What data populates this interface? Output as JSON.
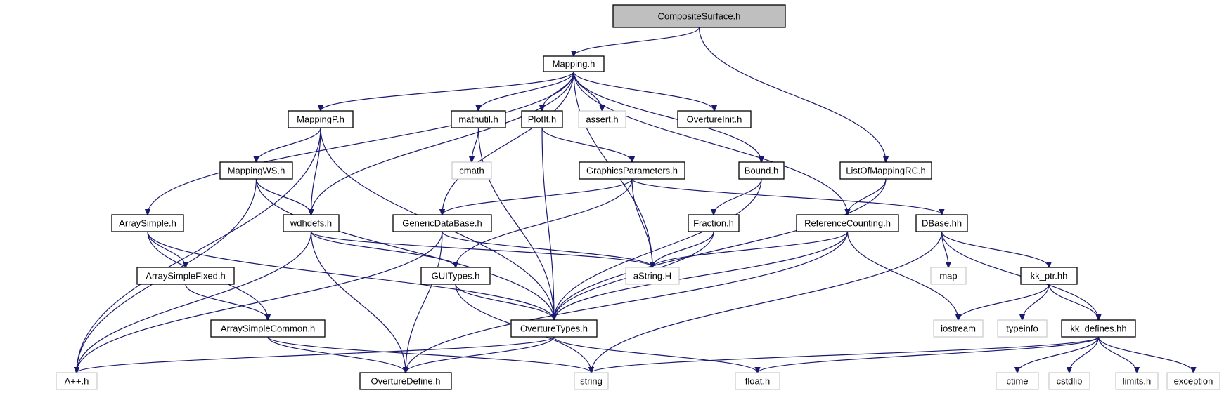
{
  "colors": {
    "edge": "#191970",
    "root_fill": "#bfbfbf",
    "user_border": "#000000",
    "system_border": "#bfbfbf"
  },
  "nodes": [
    {
      "id": "CompositeSurface",
      "label": "CompositeSurface.h",
      "kind": "root"
    },
    {
      "id": "Mapping",
      "label": "Mapping.h",
      "kind": "user"
    },
    {
      "id": "MappingP",
      "label": "MappingP.h",
      "kind": "user"
    },
    {
      "id": "mathutil",
      "label": "mathutil.h",
      "kind": "user"
    },
    {
      "id": "PlotIt",
      "label": "PlotIt.h",
      "kind": "user"
    },
    {
      "id": "assert",
      "label": "assert.h",
      "kind": "system"
    },
    {
      "id": "OvertureInit",
      "label": "OvertureInit.h",
      "kind": "user"
    },
    {
      "id": "cmath",
      "label": "cmath",
      "kind": "system"
    },
    {
      "id": "MappingWS",
      "label": "MappingWS.h",
      "kind": "user"
    },
    {
      "id": "GraphicsParameters",
      "label": "GraphicsParameters.h",
      "kind": "user"
    },
    {
      "id": "Bound",
      "label": "Bound.h",
      "kind": "user"
    },
    {
      "id": "ListOfMappingRC",
      "label": "ListOfMappingRC.h",
      "kind": "user"
    },
    {
      "id": "ArraySimple",
      "label": "ArraySimple.h",
      "kind": "user"
    },
    {
      "id": "wdhdefs",
      "label": "wdhdefs.h",
      "kind": "user"
    },
    {
      "id": "GenericDataBase",
      "label": "GenericDataBase.h",
      "kind": "user"
    },
    {
      "id": "Fraction",
      "label": "Fraction.h",
      "kind": "user"
    },
    {
      "id": "ReferenceCounting",
      "label": "ReferenceCounting.h",
      "kind": "user"
    },
    {
      "id": "DBase",
      "label": "DBase.hh",
      "kind": "user"
    },
    {
      "id": "ArraySimpleFixed",
      "label": "ArraySimpleFixed.h",
      "kind": "user"
    },
    {
      "id": "GUITypes",
      "label": "GUITypes.h",
      "kind": "user"
    },
    {
      "id": "aString",
      "label": "aString.H",
      "kind": "system"
    },
    {
      "id": "map",
      "label": "map",
      "kind": "system"
    },
    {
      "id": "kk_ptr",
      "label": "kk_ptr.hh",
      "kind": "user"
    },
    {
      "id": "ArraySimpleCommon",
      "label": "ArraySimpleCommon.h",
      "kind": "user"
    },
    {
      "id": "OvertureTypes",
      "label": "OvertureTypes.h",
      "kind": "user"
    },
    {
      "id": "iostream",
      "label": "iostream",
      "kind": "system"
    },
    {
      "id": "typeinfo",
      "label": "typeinfo",
      "kind": "system"
    },
    {
      "id": "kk_defines",
      "label": "kk_defines.hh",
      "kind": "user"
    },
    {
      "id": "App",
      "label": "A++.h",
      "kind": "system"
    },
    {
      "id": "OvertureDefine",
      "label": "OvertureDefine.h",
      "kind": "user"
    },
    {
      "id": "string",
      "label": "string",
      "kind": "system"
    },
    {
      "id": "float",
      "label": "float.h",
      "kind": "system"
    },
    {
      "id": "ctime",
      "label": "ctime",
      "kind": "system"
    },
    {
      "id": "cstdlib",
      "label": "cstdlib",
      "kind": "system"
    },
    {
      "id": "limits",
      "label": "limits.h",
      "kind": "system"
    },
    {
      "id": "exception",
      "label": "exception",
      "kind": "system"
    }
  ],
  "edges": [
    [
      "CompositeSurface",
      "Mapping"
    ],
    [
      "CompositeSurface",
      "ListOfMappingRC"
    ],
    [
      "Mapping",
      "MappingP"
    ],
    [
      "Mapping",
      "mathutil"
    ],
    [
      "Mapping",
      "PlotIt"
    ],
    [
      "Mapping",
      "assert"
    ],
    [
      "Mapping",
      "OvertureInit"
    ],
    [
      "Mapping",
      "Bound"
    ],
    [
      "Mapping",
      "ArraySimple"
    ],
    [
      "Mapping",
      "wdhdefs"
    ],
    [
      "Mapping",
      "GenericDataBase"
    ],
    [
      "Mapping",
      "ReferenceCounting"
    ],
    [
      "Mapping",
      "aString"
    ],
    [
      "MappingP",
      "MappingWS"
    ],
    [
      "MappingP",
      "wdhdefs"
    ],
    [
      "MappingP",
      "OvertureTypes"
    ],
    [
      "MappingP",
      "App"
    ],
    [
      "mathutil",
      "cmath"
    ],
    [
      "mathutil",
      "OvertureTypes"
    ],
    [
      "PlotIt",
      "GraphicsParameters"
    ],
    [
      "PlotIt",
      "OvertureTypes"
    ],
    [
      "MappingWS",
      "wdhdefs"
    ],
    [
      "MappingWS",
      "OvertureTypes"
    ],
    [
      "MappingWS",
      "App"
    ],
    [
      "GraphicsParameters",
      "GenericDataBase"
    ],
    [
      "GraphicsParameters",
      "GUITypes"
    ],
    [
      "GraphicsParameters",
      "aString"
    ],
    [
      "GraphicsParameters",
      "DBase"
    ],
    [
      "Bound",
      "Fraction"
    ],
    [
      "Bound",
      "OvertureTypes"
    ],
    [
      "ListOfMappingRC",
      "ReferenceCounting"
    ],
    [
      "ListOfMappingRC",
      "OvertureTypes"
    ],
    [
      "ArraySimple",
      "ArraySimpleFixed"
    ],
    [
      "ArraySimple",
      "ArraySimpleCommon"
    ],
    [
      "ArraySimple",
      "OvertureTypes"
    ],
    [
      "wdhdefs",
      "GUITypes"
    ],
    [
      "wdhdefs",
      "aString"
    ],
    [
      "wdhdefs",
      "OvertureDefine"
    ],
    [
      "wdhdefs",
      "App"
    ],
    [
      "GenericDataBase",
      "aString"
    ],
    [
      "GenericDataBase",
      "OvertureDefine"
    ],
    [
      "GenericDataBase",
      "App"
    ],
    [
      "Fraction",
      "aString"
    ],
    [
      "Fraction",
      "OvertureTypes"
    ],
    [
      "ReferenceCounting",
      "aString"
    ],
    [
      "ReferenceCounting",
      "OvertureTypes"
    ],
    [
      "ReferenceCounting",
      "iostream"
    ],
    [
      "ReferenceCounting",
      "OvertureDefine"
    ],
    [
      "DBase",
      "map"
    ],
    [
      "DBase",
      "kk_ptr"
    ],
    [
      "DBase",
      "kk_defines"
    ],
    [
      "DBase",
      "string"
    ],
    [
      "ArraySimpleFixed",
      "ArraySimpleCommon"
    ],
    [
      "GUITypes",
      "OvertureTypes"
    ],
    [
      "GUITypes",
      "string"
    ],
    [
      "kk_ptr",
      "iostream"
    ],
    [
      "kk_ptr",
      "typeinfo"
    ],
    [
      "kk_ptr",
      "kk_defines"
    ],
    [
      "ArraySimpleCommon",
      "OvertureDefine"
    ],
    [
      "ArraySimpleCommon",
      "string"
    ],
    [
      "OvertureTypes",
      "App"
    ],
    [
      "OvertureTypes",
      "OvertureDefine"
    ],
    [
      "OvertureTypes",
      "float"
    ],
    [
      "kk_defines",
      "string"
    ],
    [
      "kk_defines",
      "float"
    ],
    [
      "kk_defines",
      "ctime"
    ],
    [
      "kk_defines",
      "cstdlib"
    ],
    [
      "kk_defines",
      "limits"
    ],
    [
      "kk_defines",
      "exception"
    ]
  ]
}
